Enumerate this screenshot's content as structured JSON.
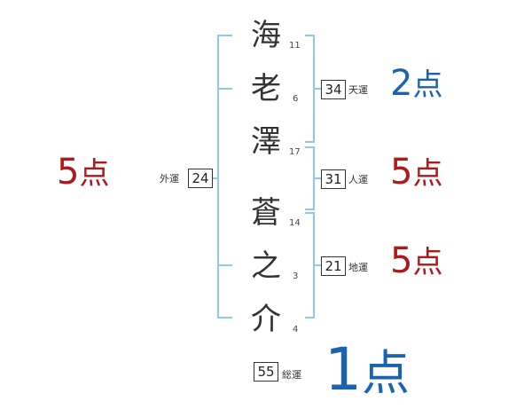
{
  "name": {
    "characters": [
      {
        "char": "海",
        "strokes": "11"
      },
      {
        "char": "老",
        "strokes": "6"
      },
      {
        "char": "澤",
        "strokes": "17"
      },
      {
        "char": "蒼",
        "strokes": "14"
      },
      {
        "char": "之",
        "strokes": "3"
      },
      {
        "char": "介",
        "strokes": "4"
      }
    ]
  },
  "fortunes": {
    "tenkaku": {
      "value": "34",
      "label": "天運",
      "score_num": "2",
      "score_unit": "点"
    },
    "jinkaku": {
      "value": "31",
      "label": "人運",
      "score_num": "5",
      "score_unit": "点"
    },
    "chikaku": {
      "value": "21",
      "label": "地運",
      "score_num": "5",
      "score_unit": "点"
    },
    "gaikaku": {
      "value": "24",
      "label": "外運",
      "score_num": "5",
      "score_unit": "点"
    },
    "soukaku": {
      "value": "55",
      "label": "総運",
      "score_num": "1",
      "score_unit": "点"
    }
  },
  "colors": {
    "bracket": "#8ec9ea",
    "score_red": "#b0181b",
    "score_blue": "#1a63b3"
  }
}
